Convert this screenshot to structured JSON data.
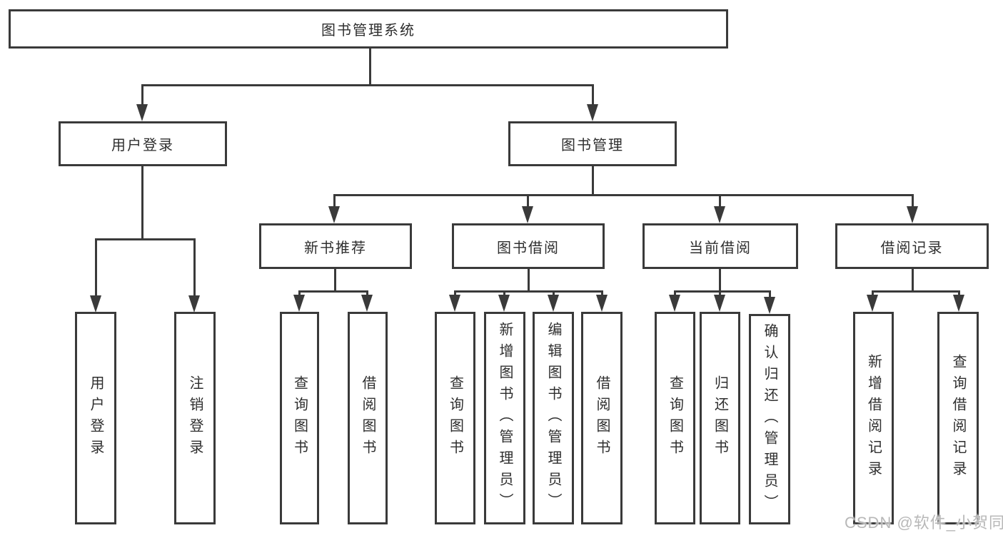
{
  "diagram": {
    "type": "tree",
    "root": {
      "label": "图书管理系统"
    },
    "children": [
      {
        "label": "用户登录",
        "children": [
          {
            "label": "用户登录"
          },
          {
            "label": "注销登录"
          }
        ]
      },
      {
        "label": "图书管理",
        "children": [
          {
            "label": "新书推荐",
            "children": [
              {
                "label": "查询图书"
              },
              {
                "label": "借阅图书"
              }
            ]
          },
          {
            "label": "图书借阅",
            "children": [
              {
                "label": "查询图书"
              },
              {
                "label": "新增图书（管理员）"
              },
              {
                "label": "编辑图书（管理员）"
              },
              {
                "label": "借阅图书"
              }
            ]
          },
          {
            "label": "当前借阅",
            "children": [
              {
                "label": "查询图书"
              },
              {
                "label": "归还图书"
              },
              {
                "label": "确认归还（管理员）"
              }
            ]
          },
          {
            "label": "借阅记录",
            "children": [
              {
                "label": "新增借阅记录"
              },
              {
                "label": "查询借阅记录"
              }
            ]
          }
        ]
      }
    ]
  },
  "watermark": "CSDN @软件_小贺同学",
  "colors": {
    "line": "#3a3a3a",
    "text": "#2e2e2e",
    "background": "#ffffff",
    "watermark": "#b2b2b2"
  }
}
